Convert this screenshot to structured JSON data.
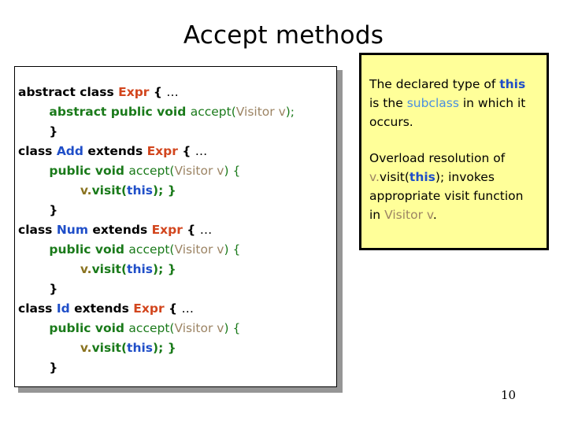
{
  "slide": {
    "title": "Accept methods",
    "page_number": "10",
    "background_color": "#ffffff"
  },
  "code_box": {
    "background_color": "#ffffff",
    "border_color": "#000000",
    "shadow_color": "#969696",
    "lines": [
      {
        "indent": 0,
        "tokens": [
          {
            "text": "abstract class ",
            "style": "k-black"
          },
          {
            "text": "Expr",
            "style": "k-orange"
          },
          {
            "text": " { ",
            "style": "k-black"
          },
          {
            "text": "…",
            "style": "k-plain"
          }
        ]
      },
      {
        "indent": 1,
        "tokens": [
          {
            "text": "abstract public void ",
            "style": "k-green"
          },
          {
            "text": "accept",
            "style": "k-green-n"
          },
          {
            "text": "(",
            "style": "k-green-n"
          },
          {
            "text": "Visitor v",
            "style": "k-tan"
          },
          {
            "text": ");",
            "style": "k-green-n"
          }
        ]
      },
      {
        "indent": 1,
        "tokens": [
          {
            "text": "}",
            "style": "k-black"
          }
        ]
      },
      {
        "indent": 0,
        "tokens": [
          {
            "text": "class ",
            "style": "k-black"
          },
          {
            "text": "Add",
            "style": "k-blue"
          },
          {
            "text": " extends ",
            "style": "k-black"
          },
          {
            "text": "Expr",
            "style": "k-orange"
          },
          {
            "text": " { ",
            "style": "k-black"
          },
          {
            "text": "…",
            "style": "k-plain"
          }
        ]
      },
      {
        "indent": 1,
        "tokens": [
          {
            "text": "public void ",
            "style": "k-green"
          },
          {
            "text": "accept",
            "style": "k-green-n"
          },
          {
            "text": "(",
            "style": "k-green-n"
          },
          {
            "text": "Visitor v",
            "style": "k-tan"
          },
          {
            "text": ") {",
            "style": "k-green-n"
          }
        ]
      },
      {
        "indent": 2,
        "tokens": [
          {
            "text": "v.",
            "style": "k-olive"
          },
          {
            "text": "visit(",
            "style": "k-green"
          },
          {
            "text": "this",
            "style": "k-blue"
          },
          {
            "text": "); }",
            "style": "k-green"
          }
        ]
      },
      {
        "indent": 1,
        "tokens": [
          {
            "text": "}",
            "style": "k-black"
          }
        ]
      },
      {
        "indent": 0,
        "tokens": [
          {
            "text": "class ",
            "style": "k-black"
          },
          {
            "text": "Num",
            "style": "k-blue"
          },
          {
            "text": " extends ",
            "style": "k-black"
          },
          {
            "text": "Expr",
            "style": "k-orange"
          },
          {
            "text": " { ",
            "style": "k-black"
          },
          {
            "text": "…",
            "style": "k-plain"
          }
        ]
      },
      {
        "indent": 1,
        "tokens": [
          {
            "text": "public void ",
            "style": "k-green"
          },
          {
            "text": "accept",
            "style": "k-green-n"
          },
          {
            "text": "(",
            "style": "k-green-n"
          },
          {
            "text": "Visitor v",
            "style": "k-tan"
          },
          {
            "text": ") {",
            "style": "k-green-n"
          }
        ]
      },
      {
        "indent": 2,
        "tokens": [
          {
            "text": "v.",
            "style": "k-olive"
          },
          {
            "text": "visit(",
            "style": "k-green"
          },
          {
            "text": "this",
            "style": "k-blue"
          },
          {
            "text": "); }",
            "style": "k-green"
          }
        ]
      },
      {
        "indent": 1,
        "tokens": [
          {
            "text": "}",
            "style": "k-black"
          }
        ]
      },
      {
        "indent": 0,
        "tokens": [
          {
            "text": "class ",
            "style": "k-black"
          },
          {
            "text": "Id",
            "style": "k-blue"
          },
          {
            "text": " extends ",
            "style": "k-black"
          },
          {
            "text": "Expr",
            "style": "k-orange"
          },
          {
            "text": " { ",
            "style": "k-black"
          },
          {
            "text": "…",
            "style": "k-plain"
          }
        ]
      },
      {
        "indent": 1,
        "tokens": [
          {
            "text": "public void ",
            "style": "k-green"
          },
          {
            "text": "accept",
            "style": "k-green-n"
          },
          {
            "text": "(",
            "style": "k-green-n"
          },
          {
            "text": "Visitor v",
            "style": "k-tan"
          },
          {
            "text": ") {",
            "style": "k-green-n"
          }
        ]
      },
      {
        "indent": 2,
        "tokens": [
          {
            "text": "v.",
            "style": "k-olive"
          },
          {
            "text": "visit(",
            "style": "k-green"
          },
          {
            "text": "this",
            "style": "k-blue"
          },
          {
            "text": "); }",
            "style": "k-green"
          }
        ]
      },
      {
        "indent": 1,
        "tokens": [
          {
            "text": "}",
            "style": "k-black"
          }
        ]
      }
    ]
  },
  "note_box": {
    "background_color": "#ffff99",
    "border_color": "#000000",
    "paragraphs": [
      {
        "id": "note-para-1",
        "align": "left",
        "tokens": [
          {
            "text": "The declared type of ",
            "style": "k-plain"
          },
          {
            "text": "this",
            "style": "n-blue-bold"
          },
          {
            "text": " is the ",
            "style": "k-plain"
          },
          {
            "text": "subclass",
            "style": "n-blue-lite"
          },
          {
            "text": " in which it occurs.",
            "style": "k-plain"
          }
        ]
      },
      {
        "id": "note-para-2",
        "align": "left",
        "tokens": [
          {
            "text": "Overload resolution of ",
            "style": "k-plain"
          },
          {
            "text": "v.",
            "style": "n-tan"
          },
          {
            "text": "visit(",
            "style": "k-plain"
          },
          {
            "text": "this",
            "style": "n-blue-bold"
          },
          {
            "text": ");",
            "style": "k-plain"
          },
          {
            "text": " invokes appropriate visit function in ",
            "style": "k-plain"
          },
          {
            "text": "Visitor v",
            "style": "n-tan"
          },
          {
            "text": ".",
            "style": "k-plain"
          }
        ]
      }
    ]
  }
}
